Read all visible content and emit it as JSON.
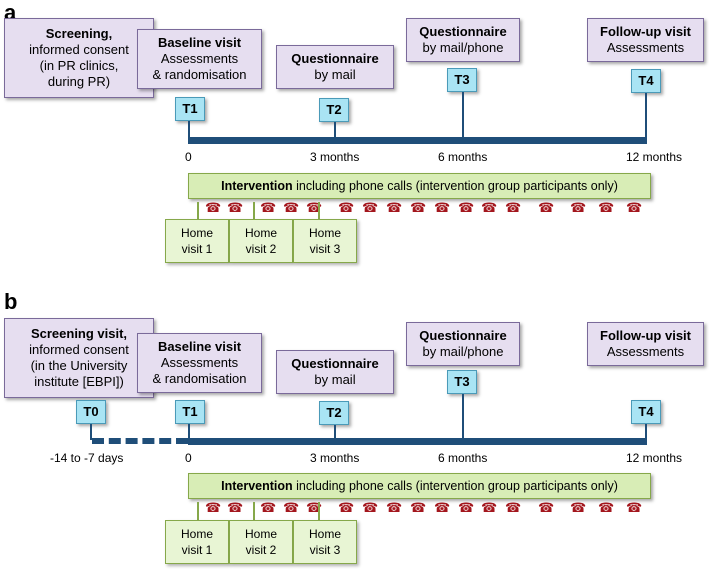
{
  "panels": [
    {
      "letter": "a",
      "screening": {
        "title": "Screening,",
        "lines": [
          "informed consent",
          "(in PR clinics,",
          "during PR)"
        ]
      },
      "baseline": {
        "title": "Baseline visit",
        "lines": [
          "Assessments",
          "& randomisation"
        ]
      },
      "q1": {
        "title": "Questionnaire",
        "lines": [
          "by mail"
        ]
      },
      "q2": {
        "title": "Questionnaire",
        "lines": [
          "by mail/phone"
        ]
      },
      "followup": {
        "title": "Follow-up visit",
        "lines": [
          "Assessments"
        ]
      },
      "timepoints": [
        "T1",
        "T2",
        "T3",
        "T4"
      ],
      "time_labels": [
        "0",
        "3 months",
        "6 months",
        "12 months"
      ],
      "intervention": {
        "bold": "Intervention",
        "rest": " including phone calls (intervention group participants only)"
      },
      "home_visits": [
        [
          "Home",
          "visit 1"
        ],
        [
          "Home",
          "visit 2"
        ],
        [
          "Home",
          "visit 3"
        ]
      ]
    },
    {
      "letter": "b",
      "screening": {
        "title": "Screening visit,",
        "lines": [
          "informed consent",
          "(in the University",
          "institute [EBPI])"
        ]
      },
      "baseline": {
        "title": "Baseline visit",
        "lines": [
          "Assessments",
          "& randomisation"
        ]
      },
      "q1": {
        "title": "Questionnaire",
        "lines": [
          "by mail"
        ]
      },
      "q2": {
        "title": "Questionnaire",
        "lines": [
          "by mail/phone"
        ]
      },
      "followup": {
        "title": "Follow-up visit",
        "lines": [
          "Assessments"
        ]
      },
      "t0": "T0",
      "t0_label": "-14 to -7 days",
      "timepoints": [
        "T1",
        "T2",
        "T3",
        "T4"
      ],
      "time_labels": [
        "0",
        "3 months",
        "6 months",
        "12 months"
      ],
      "intervention": {
        "bold": "Intervention",
        "rest": " including phone calls (intervention group participants only)"
      },
      "home_visits": [
        [
          "Home",
          "visit 1"
        ],
        [
          "Home",
          "visit 2"
        ],
        [
          "Home",
          "visit 3"
        ]
      ]
    }
  ],
  "phone_icon": "telephone-icon",
  "colors": {
    "timeline": "#1f4e79",
    "phone": "#a3161d",
    "box": "#e6def0",
    "tlabel": "#a9e4f4",
    "intervention": "#d8edb6"
  }
}
